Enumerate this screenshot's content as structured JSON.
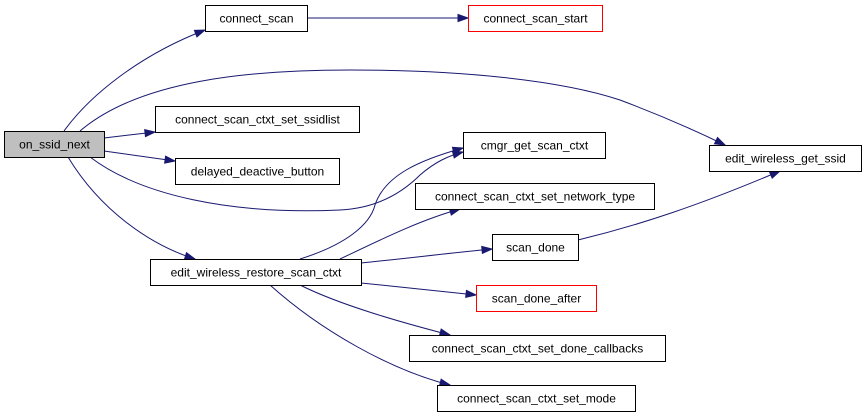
{
  "diagram": {
    "colors": {
      "edge": "#191970",
      "border_default": "#000000",
      "border_truncated": "#ff0000",
      "fill_selected": "#bfbfbf",
      "fill_default": "#ffffff"
    },
    "nodes": [
      {
        "id": "on_ssid_next",
        "label": "on_ssid_next",
        "style": "selected"
      },
      {
        "id": "connect_scan",
        "label": "connect_scan",
        "style": "normal"
      },
      {
        "id": "connect_scan_start",
        "label": "connect_scan_start",
        "style": "truncated"
      },
      {
        "id": "connect_scan_ctxt_set_ssidlist",
        "label": "connect_scan_ctxt_set_ssidlist",
        "style": "normal"
      },
      {
        "id": "delayed_deactive_button",
        "label": "delayed_deactive_button",
        "style": "normal"
      },
      {
        "id": "cmgr_get_scan_ctxt",
        "label": "cmgr_get_scan_ctxt",
        "style": "normal"
      },
      {
        "id": "edit_wireless_get_ssid",
        "label": "edit_wireless_get_ssid",
        "style": "normal"
      },
      {
        "id": "connect_scan_ctxt_set_network_type",
        "label": "connect_scan_ctxt_set_network_type",
        "style": "normal"
      },
      {
        "id": "scan_done",
        "label": "scan_done",
        "style": "normal"
      },
      {
        "id": "edit_wireless_restore_scan_ctxt",
        "label": "edit_wireless_restore_scan_ctxt",
        "style": "normal"
      },
      {
        "id": "scan_done_after",
        "label": "scan_done_after",
        "style": "truncated"
      },
      {
        "id": "connect_scan_ctxt_set_done_callbacks",
        "label": "connect_scan_ctxt_set_done_callbacks",
        "style": "normal"
      },
      {
        "id": "connect_scan_ctxt_set_mode",
        "label": "connect_scan_ctxt_set_mode",
        "style": "normal"
      }
    ],
    "edges": [
      {
        "from": "on_ssid_next",
        "to": "connect_scan"
      },
      {
        "from": "connect_scan",
        "to": "connect_scan_start"
      },
      {
        "from": "on_ssid_next",
        "to": "edit_wireless_get_ssid"
      },
      {
        "from": "on_ssid_next",
        "to": "connect_scan_ctxt_set_ssidlist"
      },
      {
        "from": "on_ssid_next",
        "to": "delayed_deactive_button"
      },
      {
        "from": "on_ssid_next",
        "to": "cmgr_get_scan_ctxt"
      },
      {
        "from": "on_ssid_next",
        "to": "edit_wireless_restore_scan_ctxt"
      },
      {
        "from": "edit_wireless_restore_scan_ctxt",
        "to": "cmgr_get_scan_ctxt"
      },
      {
        "from": "edit_wireless_restore_scan_ctxt",
        "to": "connect_scan_ctxt_set_network_type"
      },
      {
        "from": "edit_wireless_restore_scan_ctxt",
        "to": "scan_done"
      },
      {
        "from": "edit_wireless_restore_scan_ctxt",
        "to": "scan_done_after"
      },
      {
        "from": "edit_wireless_restore_scan_ctxt",
        "to": "connect_scan_ctxt_set_done_callbacks"
      },
      {
        "from": "edit_wireless_restore_scan_ctxt",
        "to": "connect_scan_ctxt_set_mode"
      },
      {
        "from": "scan_done",
        "to": "edit_wireless_get_ssid"
      }
    ]
  }
}
